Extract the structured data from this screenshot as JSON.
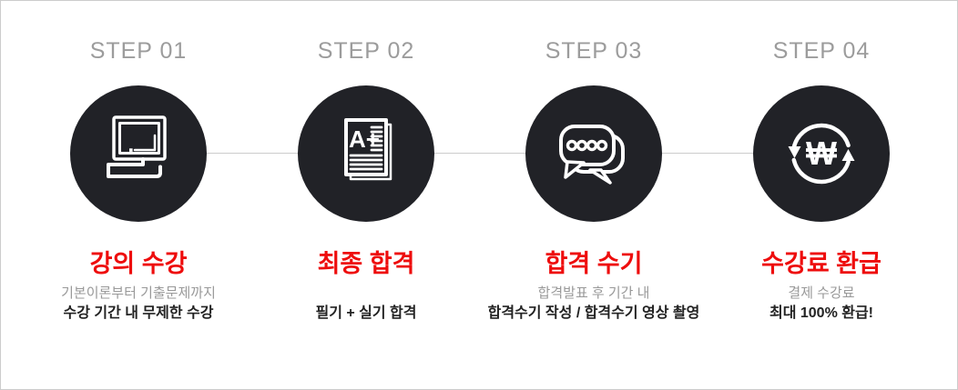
{
  "colors": {
    "accent_red": "#ee0d0d",
    "circle_bg": "#212227",
    "step_label_gray": "#9c9c9c",
    "desc_gray": "#999999",
    "dark_text": "#222222",
    "border": "#cccccc",
    "connector": "#cccccc",
    "icon_white": "#ffffff"
  },
  "steps": [
    {
      "label": "STEP 01",
      "icon": "monitor-icon",
      "title": "강의 수강",
      "desc_line1": "기본이론부터 기출문제까지",
      "desc_line2": "수강 기간 내 무제한 수강"
    },
    {
      "label": "STEP 02",
      "icon": "exam-paper-a-plus-icon",
      "icon_text": "A+",
      "title": "최종 합격",
      "desc_line1": "",
      "desc_line2": "필기 + 실기 합격"
    },
    {
      "label": "STEP 03",
      "icon": "speech-bubbles-icon",
      "title": "합격 수기",
      "desc_line1": "합격발표 후 기간 내",
      "desc_line2": "합격수기 작성 / 합격수기 영상 촬영"
    },
    {
      "label": "STEP 04",
      "icon": "won-refund-icon",
      "icon_text": "₩",
      "title": "수강료 환급",
      "desc_line1": "결제 수강료",
      "desc_line2": "최대 100% 환급!"
    }
  ]
}
